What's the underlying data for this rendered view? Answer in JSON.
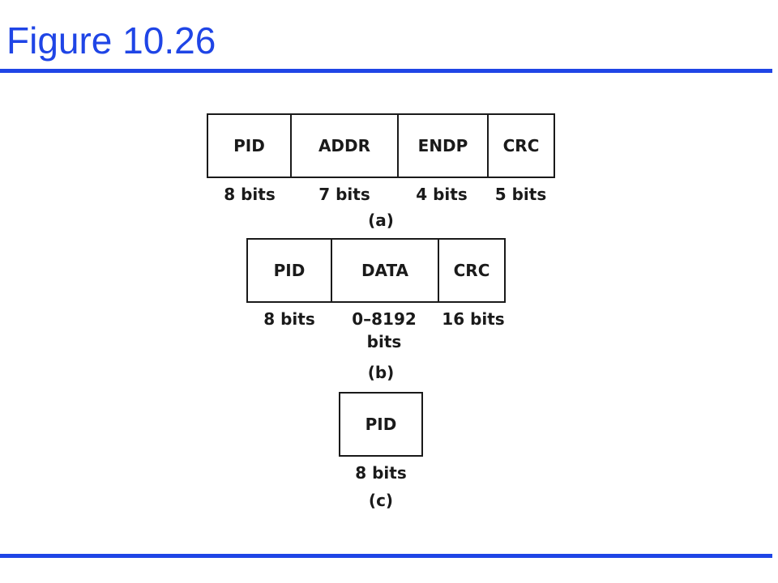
{
  "title": "Figure 10.26",
  "diagram": {
    "a": {
      "label": "(a)",
      "fields": [
        {
          "name": "PID",
          "size": "8 bits"
        },
        {
          "name": "ADDR",
          "size": "7 bits"
        },
        {
          "name": "ENDP",
          "size": "4 bits"
        },
        {
          "name": "CRC",
          "size": "5 bits"
        }
      ]
    },
    "b": {
      "label": "(b)",
      "fields": [
        {
          "name": "PID",
          "size": "8 bits"
        },
        {
          "name": "DATA",
          "size": "0–8192",
          "size_line2": "bits"
        },
        {
          "name": "CRC",
          "size": "16 bits"
        }
      ]
    },
    "c": {
      "label": "(c)",
      "fields": [
        {
          "name": "PID",
          "size": "8 bits"
        }
      ]
    }
  },
  "colors": {
    "accent": "#1f45e6",
    "stroke": "#1a1a1a"
  }
}
